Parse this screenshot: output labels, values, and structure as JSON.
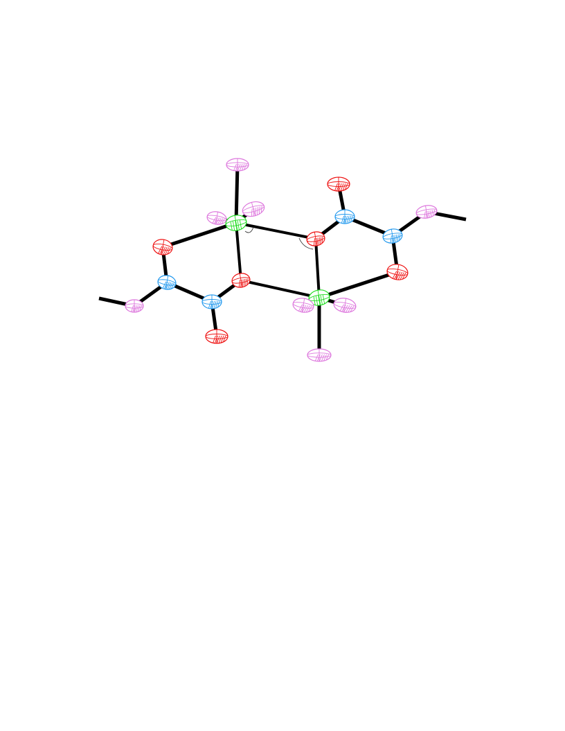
{
  "figure": {
    "description_type": "ORTEP thermal ellipsoid plot",
    "element_colors": {
      "metal": "#22dd22",
      "oxygen": "#ee1111",
      "nitrogen": "#2299ee",
      "fluorine": "#dd77dd"
    },
    "atom_kinds": [
      "metal",
      "oxygen",
      "nitrogen",
      "fluorine"
    ]
  }
}
